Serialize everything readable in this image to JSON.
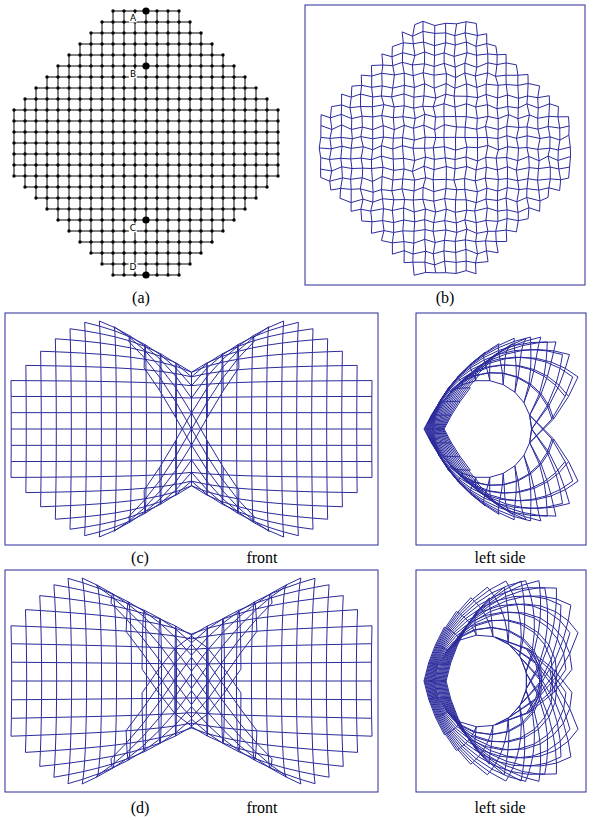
{
  "diagram": {
    "labels": [
      "A",
      "B",
      "C",
      "D",
      "(a)",
      "(b)",
      "(c)",
      "front",
      "left side",
      "(d)",
      "front",
      "left side"
    ]
  }
}
